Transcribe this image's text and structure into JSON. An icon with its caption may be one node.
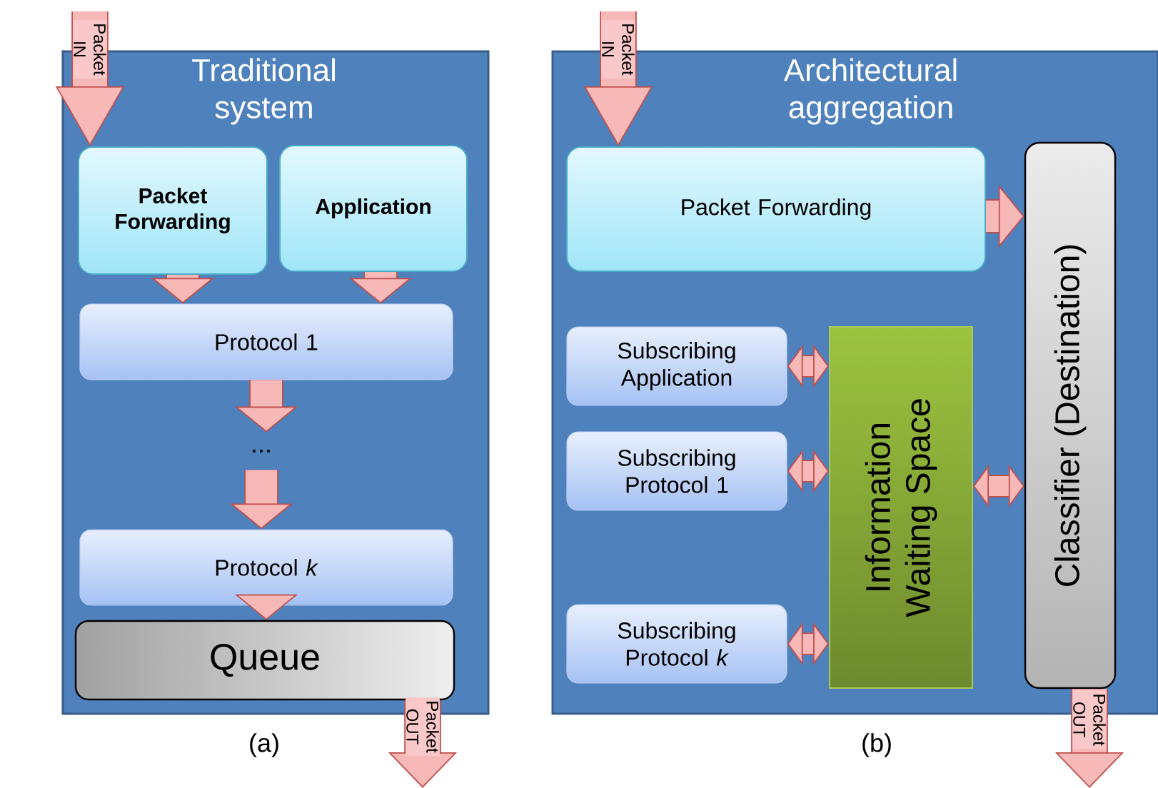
{
  "diagram": {
    "nodes": [
      {
        "text": [
          "Traditional system"
        ]
      },
      {
        "text": [
          "Packet Forwarding"
        ],
        "in": 0
      },
      {
        "text": [
          "Application"
        ],
        "in": 0
      },
      {
        "text": [
          "Protocol 1"
        ],
        "in": 0
      },
      {
        "text": [
          "..."
        ],
        "in": 0
      },
      {
        "text": [
          "Protocol *k*"
        ],
        "in": 0
      },
      {
        "text": [
          "Queue"
        ],
        "in": 0
      },
      {
        "text": [
          "Architectural aggregation"
        ]
      },
      {
        "text": [
          "Packet Forwarding"
        ],
        "in": 7
      },
      {
        "text": [
          "Subscribing Application"
        ],
        "in": 7
      },
      {
        "text": [
          "Subscribing Protocol 1"
        ],
        "in": 7
      },
      {
        "text": [
          "Subscribing Protocol *k*"
        ],
        "in": 7
      },
      {
        "text": [
          "Information Waiting Space"
        ],
        "in": 7
      },
      {
        "text": [
          "Classifier (Destination)"
        ],
        "in": 7
      }
    ],
    "edges": [
      {
        "from": null,
        "to": 1,
        "arrow": "to",
        "label": "Packet IN"
      },
      {
        "from": 1,
        "to": 3,
        "arrow": "to"
      },
      {
        "from": 2,
        "to": 3,
        "arrow": "to"
      },
      {
        "from": 3,
        "to": 4,
        "arrow": "to"
      },
      {
        "from": 4,
        "to": 5,
        "arrow": "to"
      },
      {
        "from": 5,
        "to": 6,
        "arrow": "to"
      },
      {
        "from": 6,
        "to": null,
        "arrow": "to",
        "label": "Packet OUT"
      },
      {
        "from": null,
        "to": 8,
        "arrow": "to",
        "label": "Packet IN"
      },
      {
        "from": 8,
        "to": 13,
        "arrow": "to"
      },
      {
        "from": 9,
        "to": 12,
        "arrow": "both"
      },
      {
        "from": 10,
        "to": 12,
        "arrow": "both"
      },
      {
        "from": 11,
        "to": 12,
        "arrow": "both"
      },
      {
        "from": 12,
        "to": 13,
        "arrow": "both"
      },
      {
        "from": 13,
        "to": null,
        "arrow": "to",
        "label": "Packet OUT"
      }
    ],
    "labels": [
      "(a)",
      "(b)"
    ]
  }
}
